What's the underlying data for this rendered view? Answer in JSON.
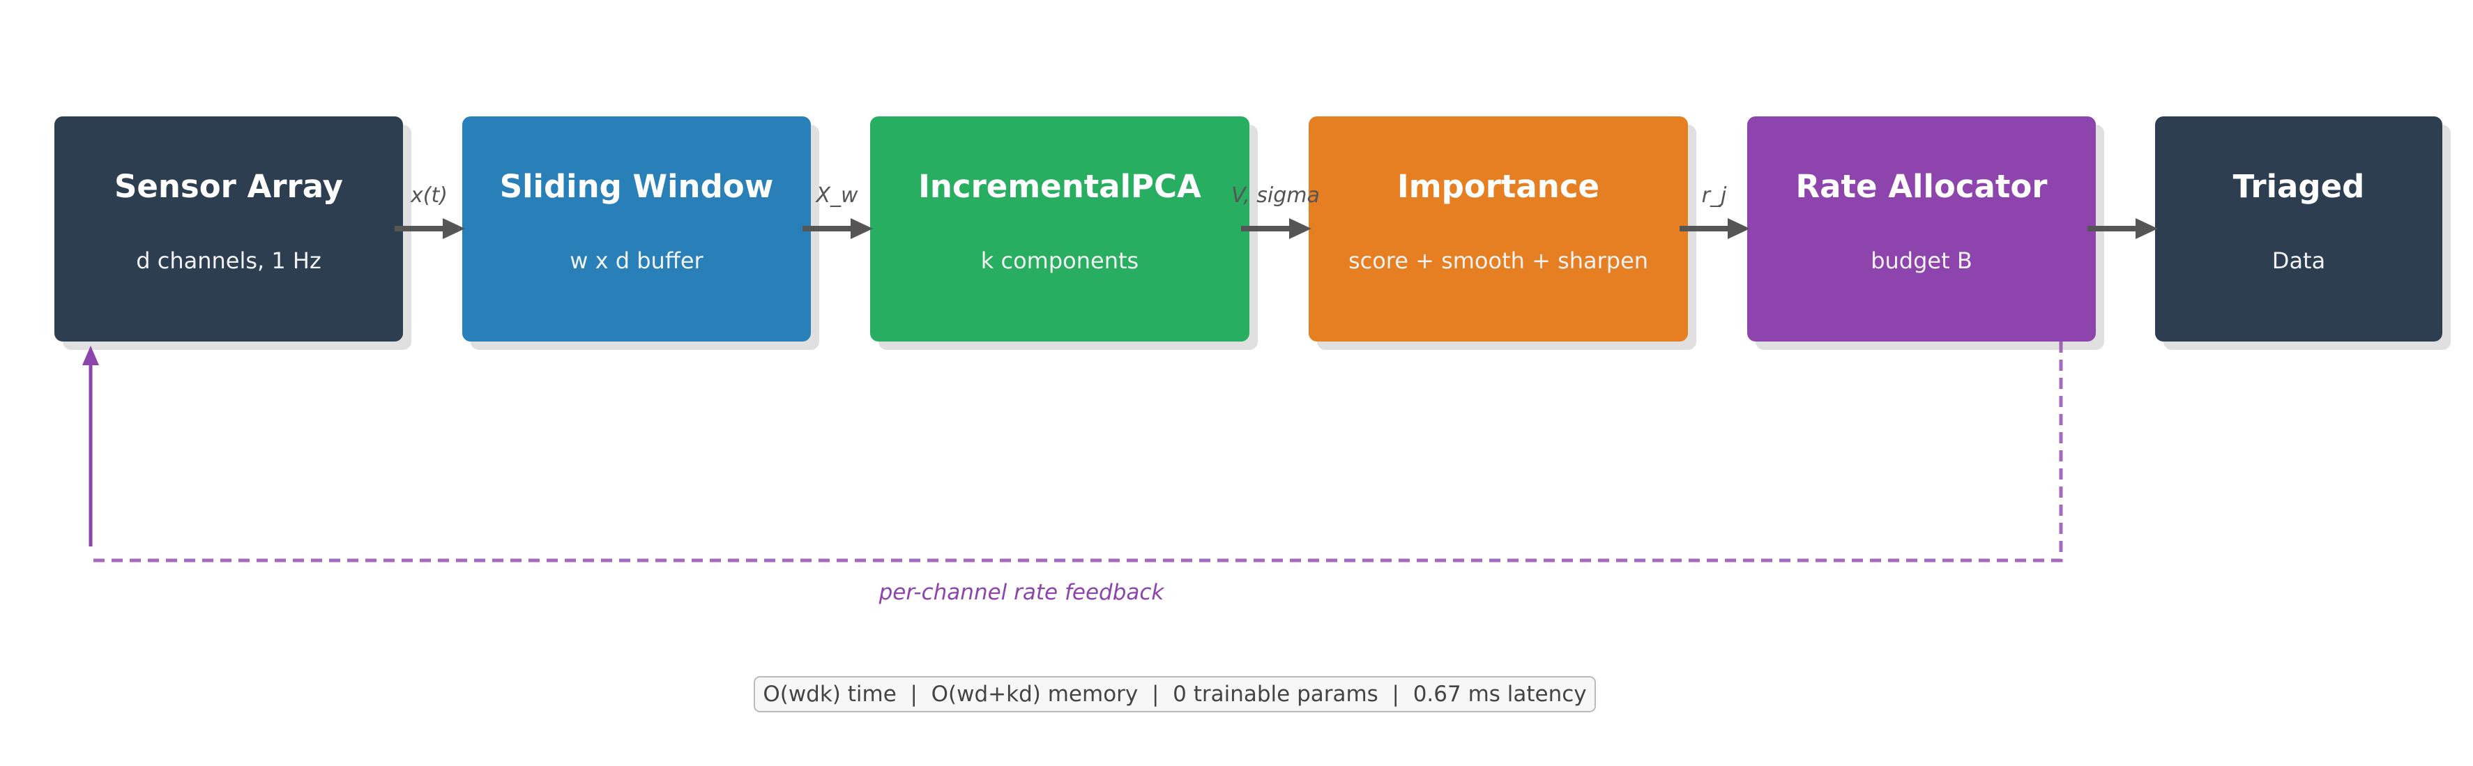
{
  "nodes": [
    {
      "id": "sensor",
      "title": "Sensor Array",
      "subtitle": "d channels, 1 Hz",
      "color": "#2c3e50"
    },
    {
      "id": "window",
      "title": "Sliding Window",
      "subtitle": "w x d buffer",
      "color": "#2980b9"
    },
    {
      "id": "pca",
      "title": "IncrementalPCA",
      "subtitle": "k components",
      "color": "#27ae60"
    },
    {
      "id": "importance",
      "title": "Importance",
      "subtitle": "score + smooth + sharpen",
      "color": "#e67e22"
    },
    {
      "id": "allocator",
      "title": "Rate Allocator",
      "subtitle": "budget B",
      "color": "#8e44ad"
    },
    {
      "id": "triaged",
      "title": "Triaged",
      "subtitle": "Data",
      "color": "#2c3e50"
    }
  ],
  "edges": [
    {
      "from": "sensor",
      "to": "window",
      "label": "x(t)"
    },
    {
      "from": "window",
      "to": "pca",
      "label": "X_w"
    },
    {
      "from": "pca",
      "to": "importance",
      "label": "V, sigma"
    },
    {
      "from": "importance",
      "to": "allocator",
      "label": "r_j"
    },
    {
      "from": "allocator",
      "to": "triaged",
      "label": ""
    }
  ],
  "feedback": {
    "from": "allocator",
    "to": "sensor",
    "label": "per-channel rate feedback",
    "color": "#8e44ad"
  },
  "footer": {
    "text": "O(wdk) time  |  O(wd+kd) memory  |  0 trainable params  |  0.67 ms latency"
  },
  "colors": {
    "arrow": "#555555",
    "shadow": "#e0e0e0",
    "footer_border": "#bbbbbb",
    "footer_bg": "#f7f7f7"
  }
}
